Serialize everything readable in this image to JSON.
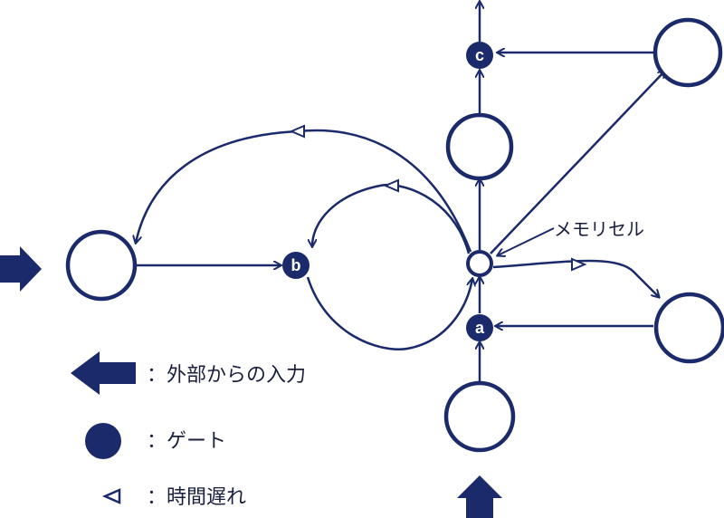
{
  "colors": {
    "primary": "#1b2a6b",
    "background": "#ffffff"
  },
  "gates": {
    "a": "a",
    "b": "b",
    "c": "c"
  },
  "memory_cell_label": "メモリセル",
  "legend": {
    "input": "：外部からの入力",
    "gate": "：ゲート",
    "delay": "：時間遅れ"
  }
}
